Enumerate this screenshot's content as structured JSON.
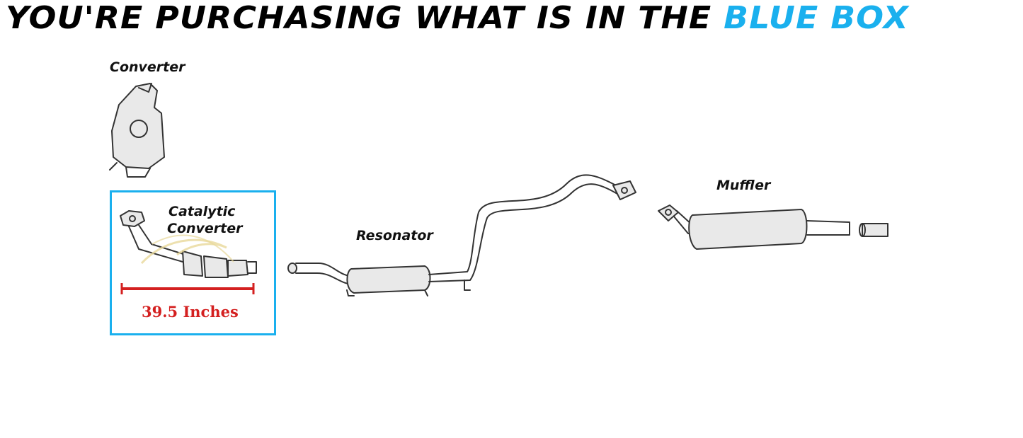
{
  "headline": {
    "main": "YOU'RE PURCHASING WHAT IS IN THE ",
    "highlight": "BLUE BOX"
  },
  "parts": {
    "converter": "Converter",
    "catalytic_line1": "Catalytic",
    "catalytic_line2": "Converter",
    "resonator": "Resonator",
    "muffler": "Muffler"
  },
  "measurement": "39.5 Inches",
  "colors": {
    "highlight_blue": "#1ab0ee",
    "measure_red": "#d42020"
  }
}
